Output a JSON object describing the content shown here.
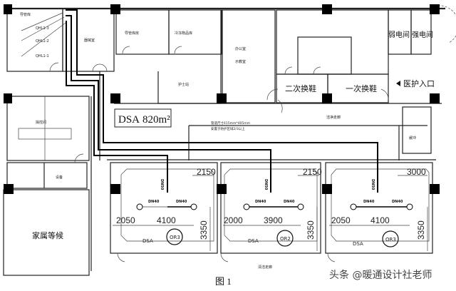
{
  "rooms": {
    "catheter_store": "导管库",
    "qhl_labels": [
      "QHL1-3",
      "QHL1-2",
      "QHL1-1"
    ],
    "equipment_room": "器械室",
    "catheter_storeroom": "导管库房",
    "frozen_store": "冷冻物品库",
    "nurse_station": "护士站",
    "office": "办公室",
    "office2": "示教室",
    "weak_current": "弱电间",
    "strong_current": "强电间",
    "second_shoe": "二次换鞋",
    "first_shoe": "一次换鞋",
    "staff_entrance": "医护入口",
    "clean_corridor": "洁净走廊",
    "buffer": "缓冲",
    "control_room": "操控间",
    "equipment": "设备",
    "family_waiting": "家属等候",
    "dirty_corridor": "清洁走廊"
  },
  "dsa_area": {
    "label": "DSA",
    "area": "820m²"
  },
  "duct_note": [
    "管道尺寸415mm*405mm",
    "安置于防护区域2/3以上"
  ],
  "operating_rooms": [
    {
      "id": "OR3",
      "name": "DSA",
      "dim_top": "2150",
      "dim_left": "2050",
      "dim_mid": "4100",
      "dim_side": "3350",
      "pipe_main": "DN50",
      "pipe_left": "DN40",
      "pipe_right": "DN40"
    },
    {
      "id": "OR2",
      "name": "DSA",
      "dim_top": "2150",
      "dim_left": "2000",
      "dim_mid": "3900",
      "dim_side": "3350",
      "pipe_main": "DN50",
      "pipe_left": "DN40",
      "pipe_right": "DN40"
    },
    {
      "id": "OR3",
      "name": "DSA",
      "dim_top": "3000",
      "dim_left": "2050",
      "dim_mid": "4100",
      "dim_side": "3350",
      "pipe_main": "DN50",
      "pipe_left": "DN40",
      "pipe_right": "DN40"
    }
  ],
  "caption": "图 1",
  "watermark": "头条 @暖通设计社老师"
}
